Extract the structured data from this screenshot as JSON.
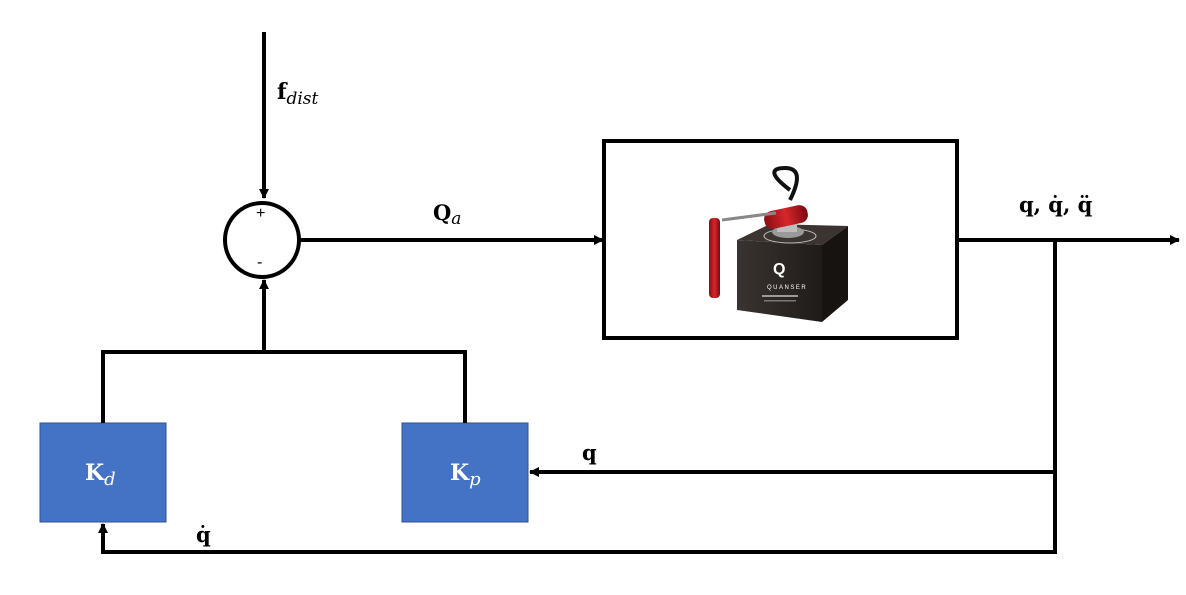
{
  "labels": {
    "disturbance_main": "f",
    "disturbance_sub": "dist",
    "actuator_main": "Q",
    "actuator_sub": "a",
    "output": "q, q̇, q̈",
    "feedback_position": "q",
    "feedback_velocity": "q̇"
  },
  "summing_junction": {
    "plus_sign": "+",
    "minus_sign": "-"
  },
  "blocks": {
    "kd": {
      "main": "K",
      "sub": "d",
      "fill": "#4472c4"
    },
    "kp": {
      "main": "K",
      "sub": "p",
      "fill": "#4472c4"
    }
  },
  "plant": {
    "device_brand": "QUANSER",
    "device_logo": "Q"
  },
  "colors": {
    "line": "#000000",
    "block_fill": "#4472c4",
    "block_border": "#2f528f",
    "device_body": "#2a2522",
    "device_arm": "#c0161c"
  }
}
